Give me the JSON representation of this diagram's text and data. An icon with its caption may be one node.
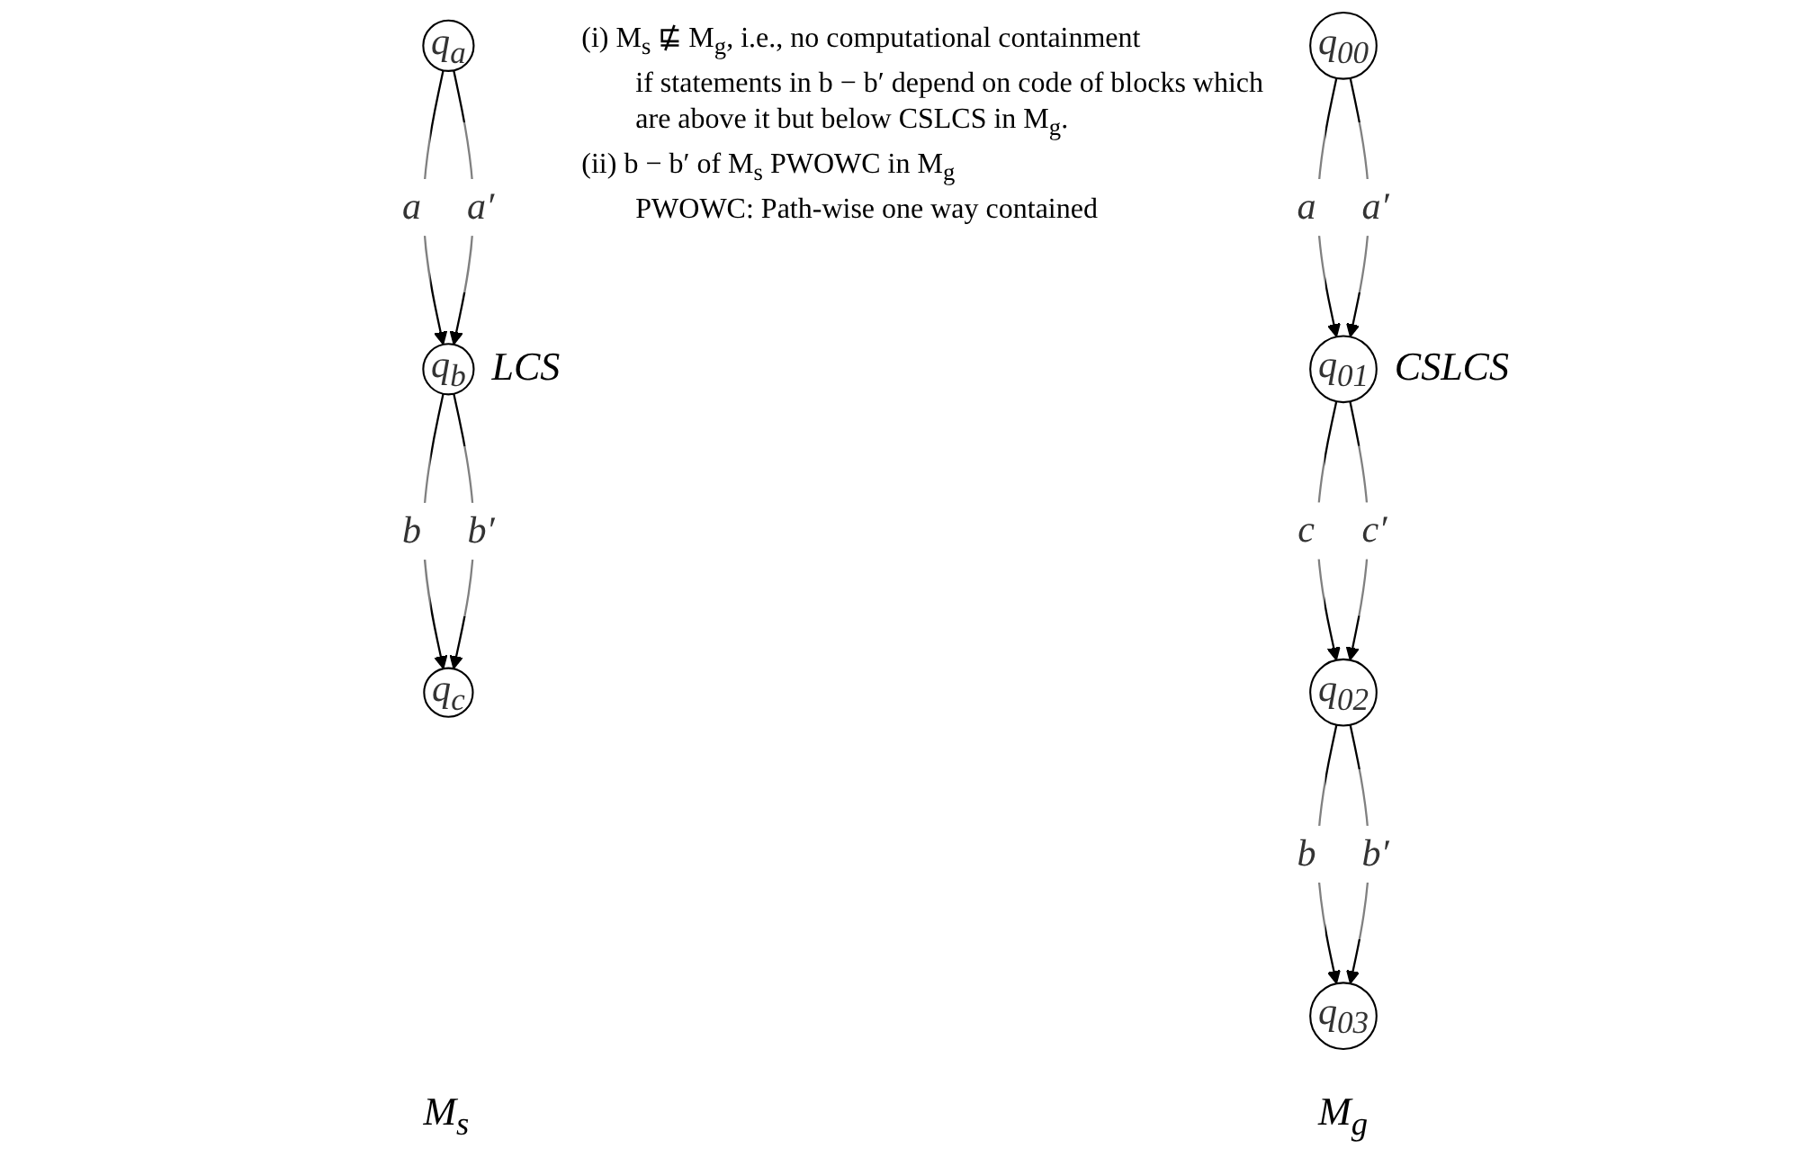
{
  "diagram": {
    "nodes": [
      {
        "text": [
          "q$_{a}$"
        ]
      },
      {
        "text": [
          "q$_{b}$"
        ],
        "beside": [
          "LCS"
        ]
      },
      {
        "text": [
          "q$_{c}$"
        ]
      },
      {
        "text": [
          "q$_{00}$"
        ]
      },
      {
        "text": [
          "q$_{01}$"
        ],
        "beside": [
          "CSLCS"
        ]
      },
      {
        "text": [
          "q$_{02}$"
        ]
      },
      {
        "text": [
          "q$_{03}$"
        ]
      }
    ],
    "edges": [
      {
        "from": 0,
        "to": 1,
        "arrow": "to",
        "label": "a"
      },
      {
        "from": 0,
        "to": 1,
        "arrow": "to",
        "label": "a′"
      },
      {
        "from": 1,
        "to": 2,
        "arrow": "to",
        "label": "b"
      },
      {
        "from": 1,
        "to": 2,
        "arrow": "to",
        "label": "b′"
      },
      {
        "from": 3,
        "to": 4,
        "arrow": "to",
        "label": "a"
      },
      {
        "from": 3,
        "to": 4,
        "arrow": "to",
        "label": "a′"
      },
      {
        "from": 4,
        "to": 5,
        "arrow": "to",
        "label": "c"
      },
      {
        "from": 4,
        "to": 5,
        "arrow": "to",
        "label": "c′"
      },
      {
        "from": 5,
        "to": 6,
        "arrow": "to",
        "label": "b"
      },
      {
        "from": 5,
        "to": 6,
        "arrow": "to",
        "label": "b′"
      }
    ],
    "labels": [
      "(i) M$_{s}$ ⋢ M$_{g}$, i.e., no computational containment",
      "if statements in b − b′ depend on code of blocks which are above it but below CSLCS in M$_{g}$.",
      "(ii) b − b′ of M$_{s}$ PWOWC in M$_{g}$",
      "PWOWC: Path-wise one way contained",
      "M$_{s}$",
      "M$_{g}$"
    ]
  }
}
